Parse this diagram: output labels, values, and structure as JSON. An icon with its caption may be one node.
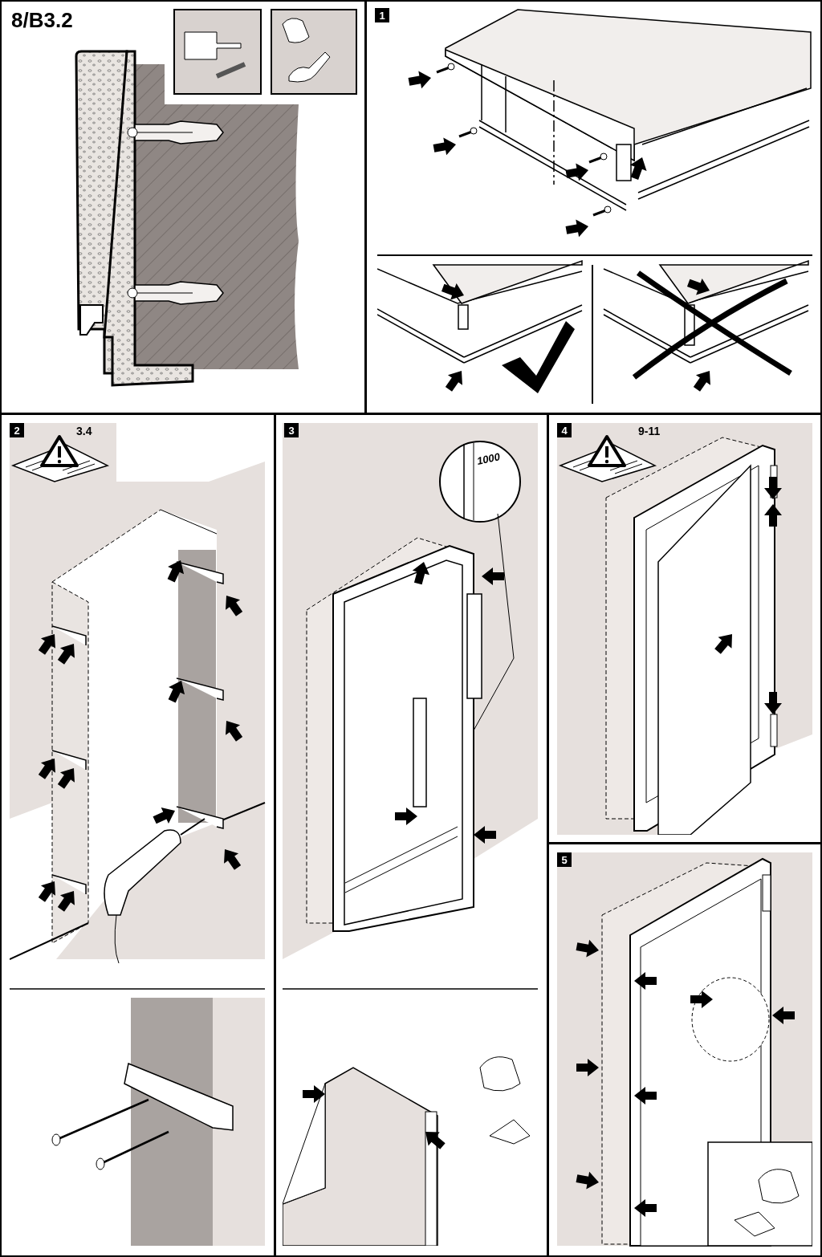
{
  "diagram": {
    "title": "8/B3.2",
    "nodes": [
      {
        "text": [
          "1"
        ]
      },
      {
        "text": [
          "2"
        ]
      },
      {
        "text": [
          "3"
        ]
      },
      {
        "text": [
          "4"
        ]
      },
      {
        "text": [
          "5"
        ]
      }
    ],
    "labels": [
      "3.4",
      "1000",
      "9-11"
    ]
  }
}
